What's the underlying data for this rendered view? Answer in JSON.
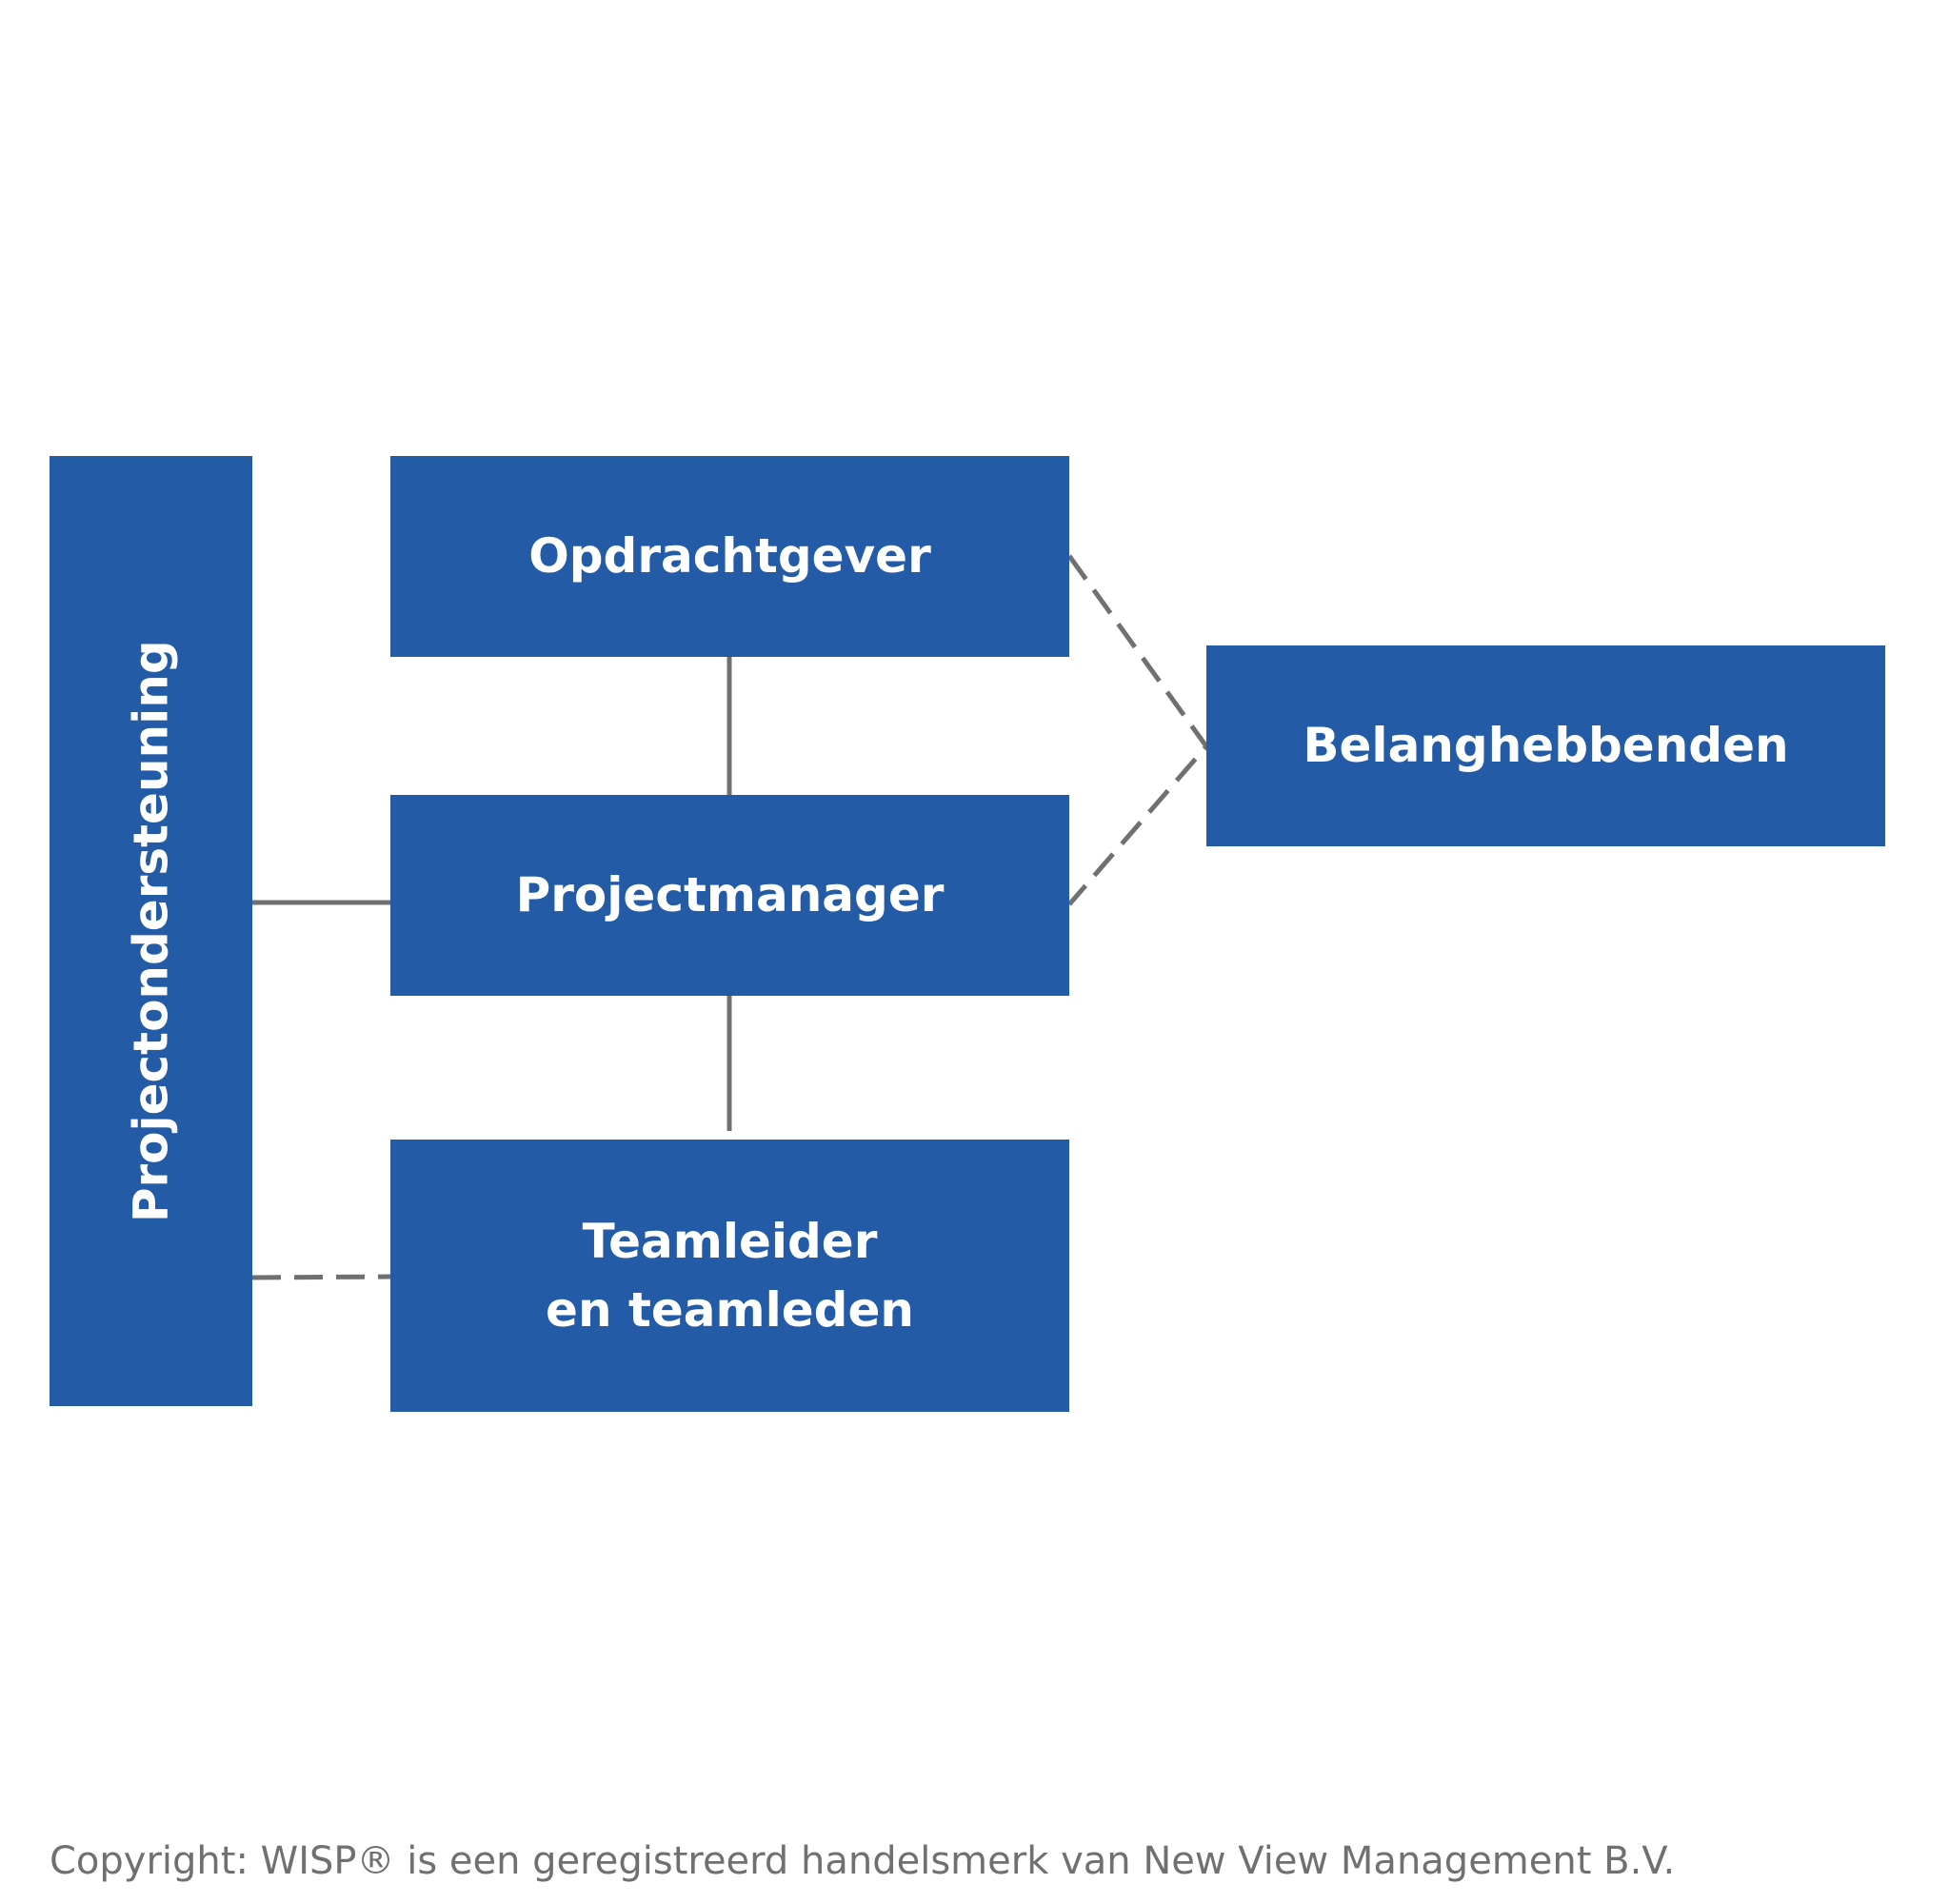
{
  "diagram": {
    "support": {
      "label": "Projectondersteuning"
    },
    "sponsor": {
      "label": "Opdrachtgever"
    },
    "project_manager": {
      "label": "Projectmanager"
    },
    "team": {
      "line1": "Teamleider",
      "line2": "en teamleden"
    },
    "stakeholders": {
      "label": "Belanghebbenden"
    }
  },
  "colors": {
    "box_fill": "#245ba6",
    "box_text": "#ffffff",
    "connector": "#707070",
    "footer_text": "#707070"
  },
  "footer": {
    "copyright": "Copyright: WISP® is een geregistreerd handelsmerk van New View Management B.V."
  }
}
